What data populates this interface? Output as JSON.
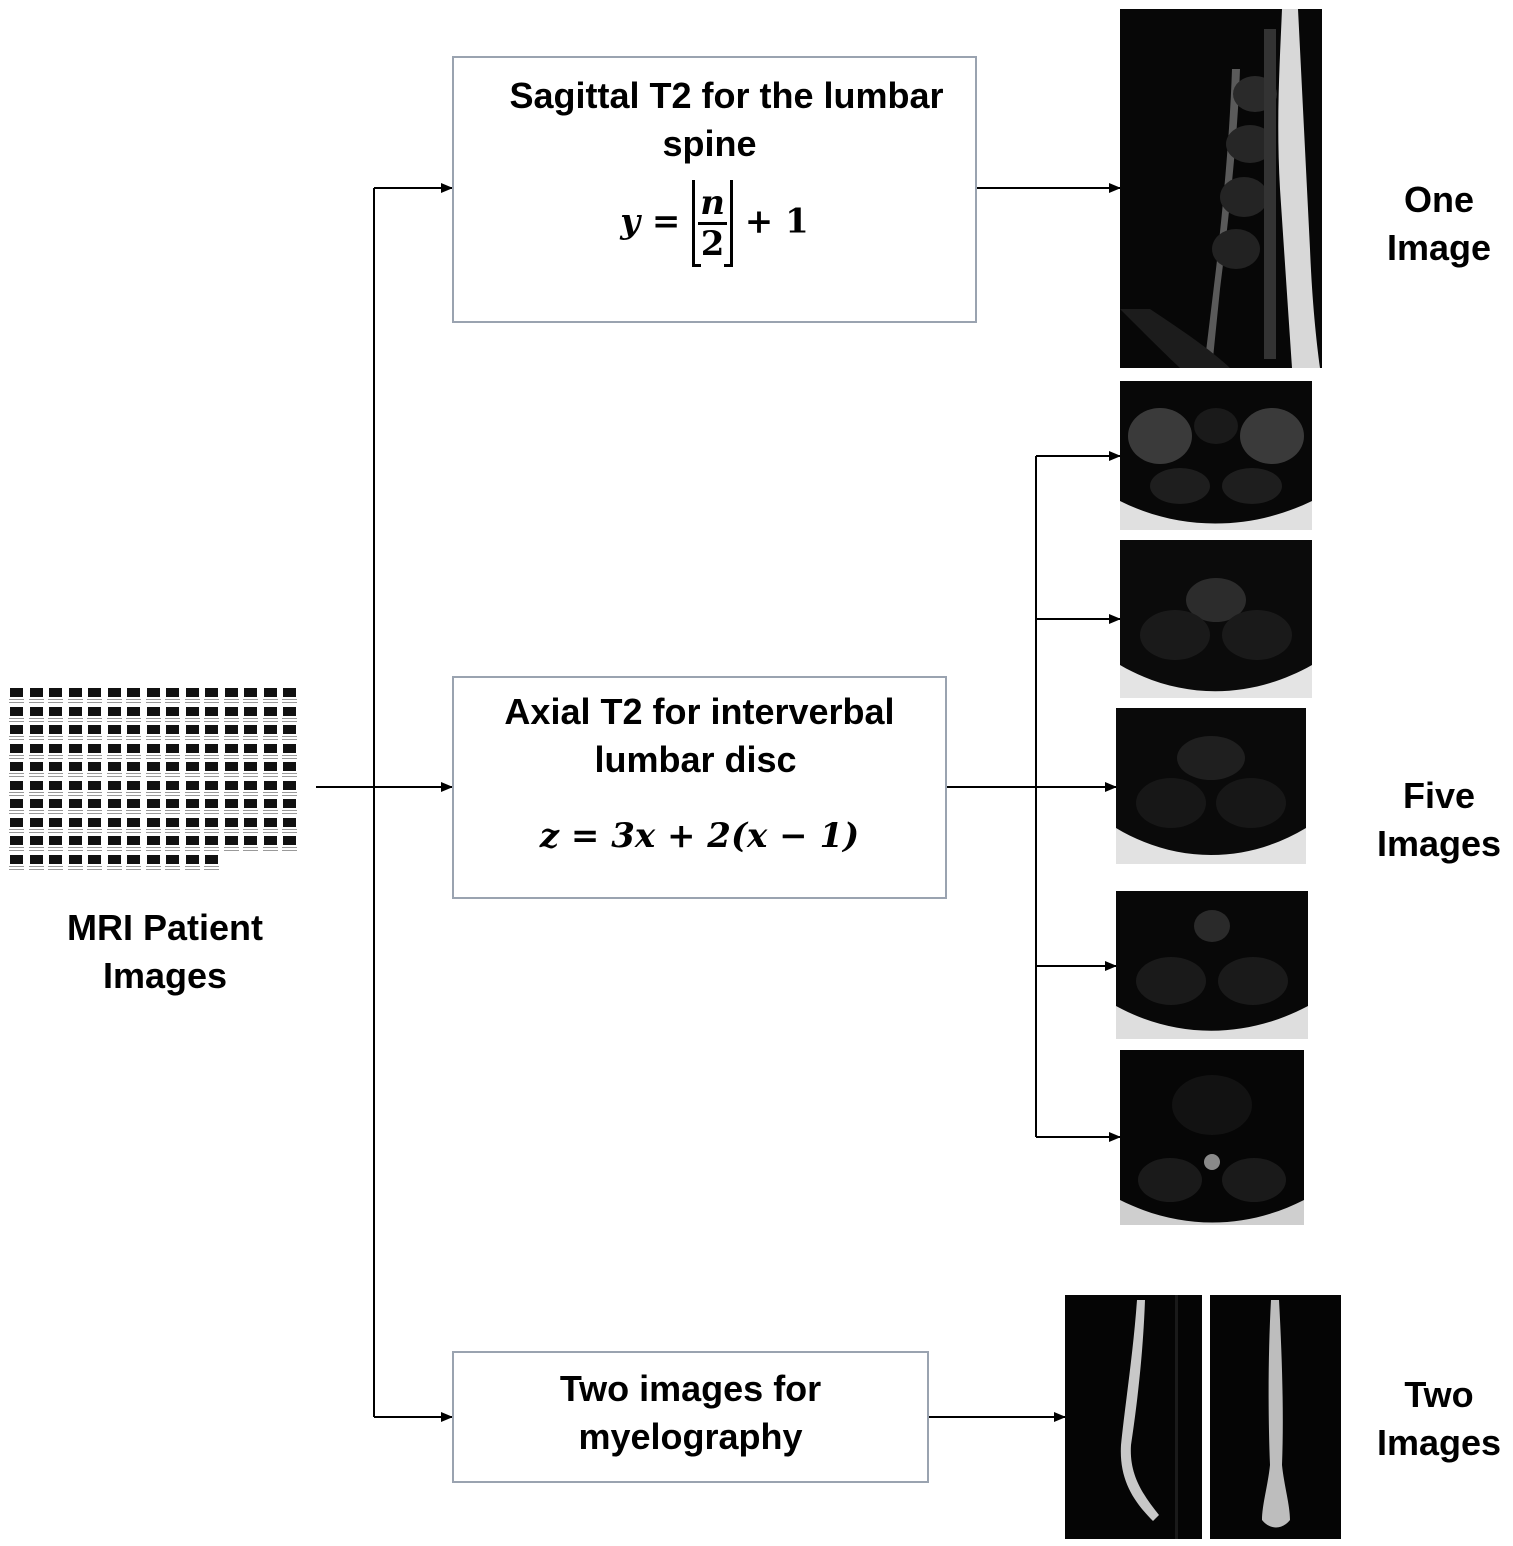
{
  "source": {
    "label": "MRI Patient Images"
  },
  "branches": {
    "sagittal": {
      "title_line1": "Sagittal T2 for the lumbar",
      "title_line2": "spine",
      "formula": {
        "lhs": "y",
        "numerator": "n",
        "denominator": "2",
        "rest": "+ 1"
      },
      "count_line1": "One",
      "count_line2": "Image"
    },
    "axial": {
      "title_line1": "Axial T2  for interverbal",
      "title_line2": "lumbar disc",
      "formula": "z = 3x + 2(x − 1)",
      "count_line1": "Five",
      "count_line2": "Images"
    },
    "myelography": {
      "title_line1": "Two images for",
      "title_line2": "myelography",
      "count_line1": "Two",
      "count_line2": "Images"
    }
  }
}
